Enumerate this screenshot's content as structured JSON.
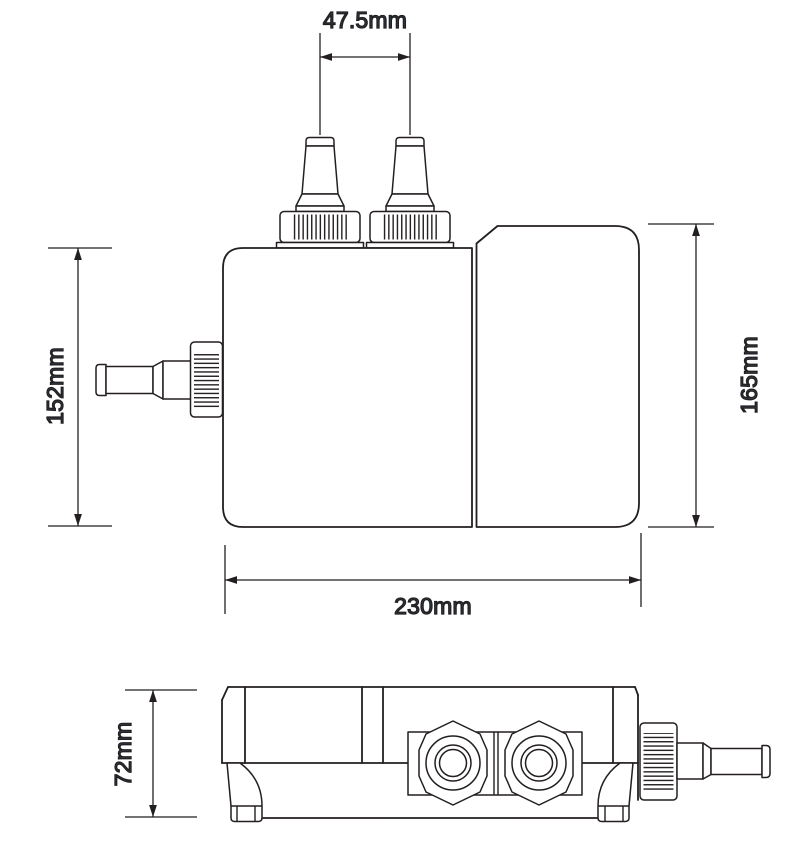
{
  "drawing": {
    "unit": "mm",
    "colors": {
      "line": "#231f20",
      "dimension_text": "#2f3d4c",
      "background": "#ffffff"
    },
    "dimension_labels": {
      "top_port_spacing": "47.5mm",
      "left_body_height": "152mm",
      "overall_height": "165mm",
      "overall_width": "230mm",
      "overall_depth": "72mm"
    },
    "dimension_values": {
      "top_port_spacing": 47.5,
      "left_body_height": 152,
      "overall_height": 165,
      "overall_width": 230,
      "overall_depth": 72
    }
  }
}
